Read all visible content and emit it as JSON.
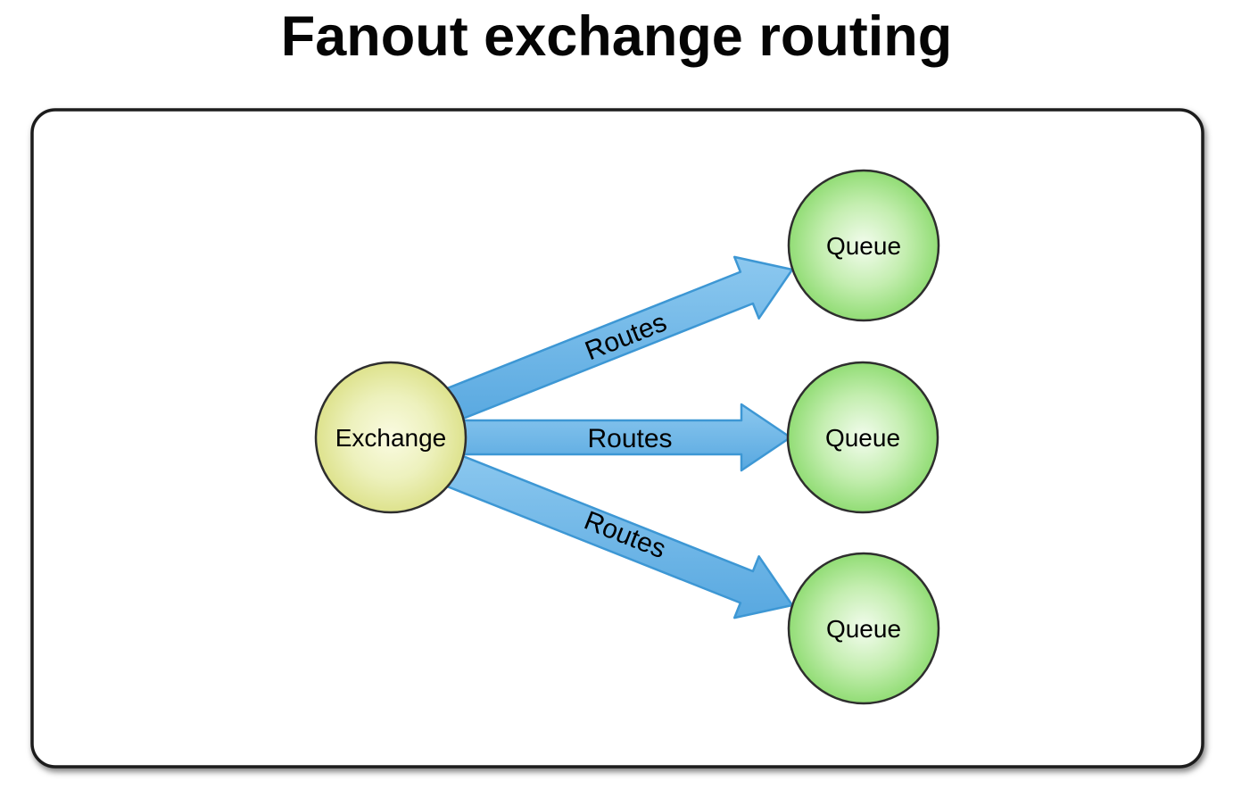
{
  "title": "Fanout exchange routing",
  "diagram": {
    "exchange": {
      "label": "Exchange"
    },
    "queues": [
      {
        "label": "Queue"
      },
      {
        "label": "Queue"
      },
      {
        "label": "Queue"
      }
    ],
    "routes": [
      {
        "label": "Routes"
      },
      {
        "label": "Routes"
      },
      {
        "label": "Routes"
      }
    ],
    "colors": {
      "exchange_edge": "#d5da72",
      "exchange_center": "#fafbe2",
      "queue_edge": "#76d355",
      "queue_center": "#f3fcee",
      "arrow_fill": "#62b0e3",
      "arrow_stroke": "#3d97d4",
      "node_stroke": "#2e2e2e",
      "frame_stroke": "#1b1b1b",
      "text": "#000000",
      "background": "#ffffff"
    }
  }
}
